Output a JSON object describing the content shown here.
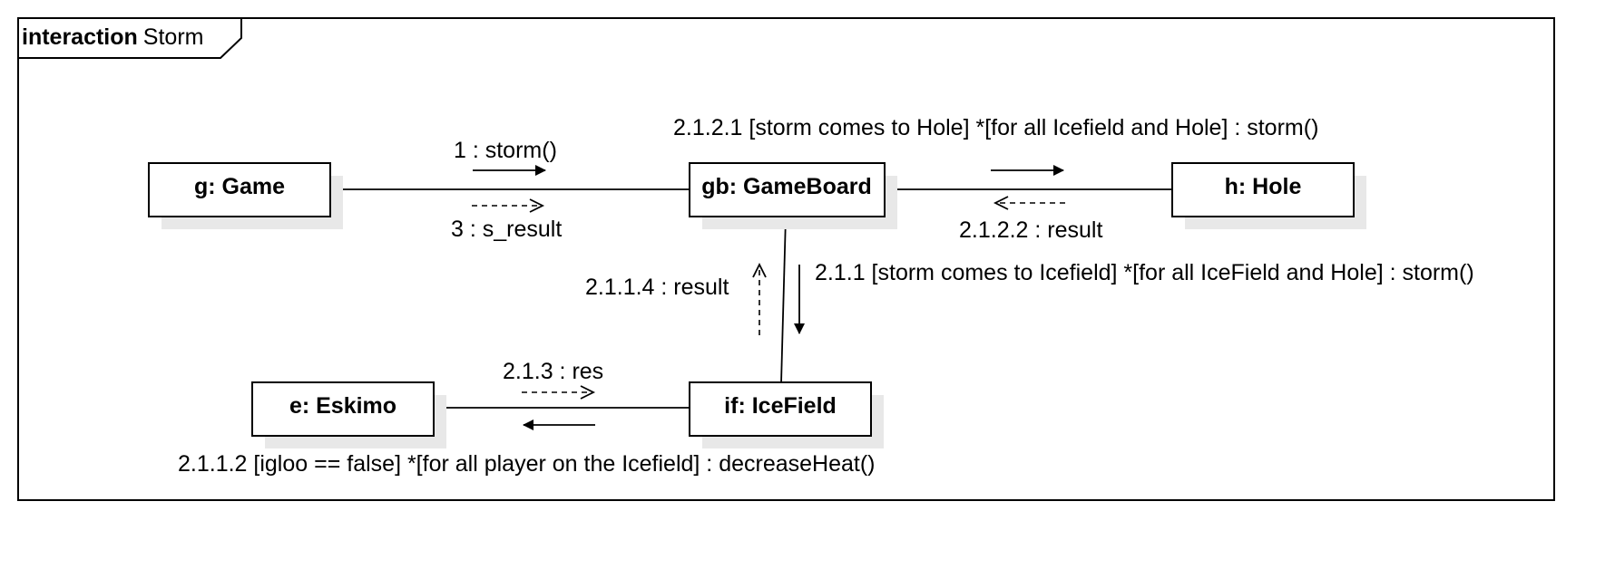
{
  "frame": {
    "keyword": "interaction",
    "name": "Storm"
  },
  "nodes": {
    "game": "g: Game",
    "gameboard": "gb: GameBoard",
    "hole": "h: Hole",
    "icefield": "if: IceField",
    "eskimo": "e: Eskimo"
  },
  "messages": {
    "m1": "1 : storm()",
    "m3": "3 : s_result",
    "m2121": "2.1.2.1 [storm comes to Hole] *[for all Icefield and Hole] : storm()",
    "m2122": "2.1.2.2 : result",
    "m211": "2.1.1 [storm comes to Icefield] *[for all IceField and Hole] : storm()",
    "m2114": "2.1.1.4 : result",
    "m213": "2.1.3 : res",
    "m2112": "2.1.1.2 [igloo == false] *[for all player on the Icefield] : decreaseHeat()"
  }
}
